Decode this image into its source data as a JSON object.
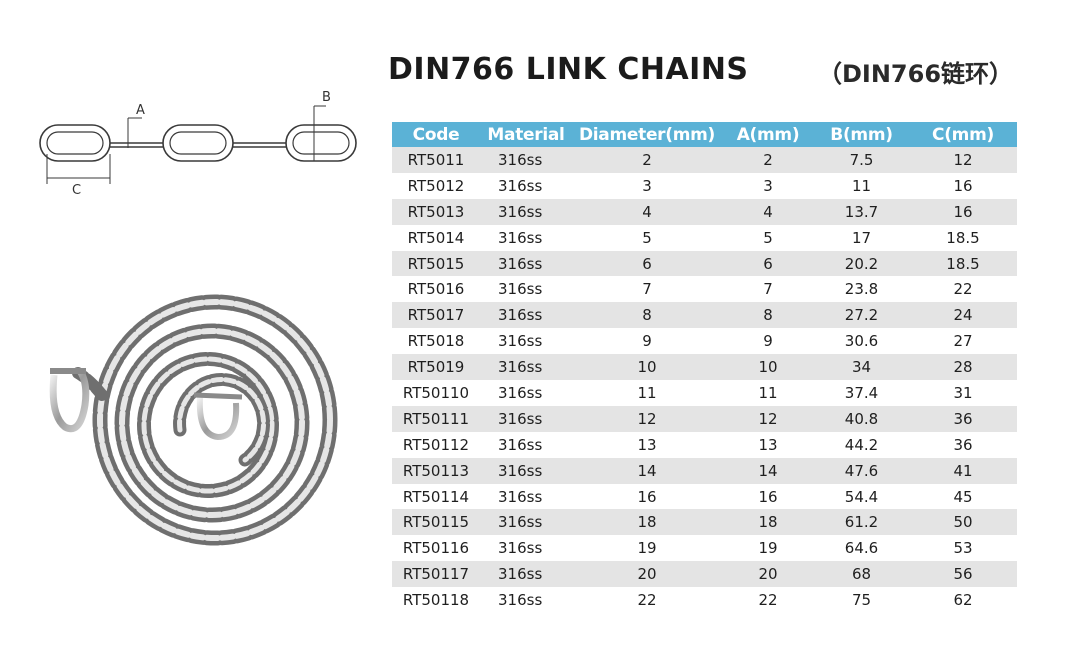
{
  "title": "DIN766 LINK CHAINS",
  "subtitle": "（DIN766链环）",
  "diagram": {
    "label_a": "A",
    "label_b": "B",
    "label_c": "C"
  },
  "table": {
    "headers": [
      "Code",
      "Material",
      "Diameter(mm)",
      "A(mm)",
      "B(mm)",
      "C(mm)"
    ],
    "rows": [
      [
        "RT5011",
        "316ss",
        "2",
        "2",
        "7.5",
        "12"
      ],
      [
        "RT5012",
        "316ss",
        "3",
        "3",
        "11",
        "16"
      ],
      [
        "RT5013",
        "316ss",
        "4",
        "4",
        "13.7",
        "16"
      ],
      [
        "RT5014",
        "316ss",
        "5",
        "5",
        "17",
        "18.5"
      ],
      [
        "RT5015",
        "316ss",
        "6",
        "6",
        "20.2",
        "18.5"
      ],
      [
        "RT5016",
        "316ss",
        "7",
        "7",
        "23.8",
        "22"
      ],
      [
        "RT5017",
        "316ss",
        "8",
        "8",
        "27.2",
        "24"
      ],
      [
        "RT5018",
        "316ss",
        "9",
        "9",
        "30.6",
        "27"
      ],
      [
        "RT5019",
        "316ss",
        "10",
        "10",
        "34",
        "28"
      ],
      [
        "RT50110",
        "316ss",
        "11",
        "11",
        "37.4",
        "31"
      ],
      [
        "RT50111",
        "316ss",
        "12",
        "12",
        "40.8",
        "36"
      ],
      [
        "RT50112",
        "316ss",
        "13",
        "13",
        "44.2",
        "36"
      ],
      [
        "RT50113",
        "316ss",
        "14",
        "14",
        "47.6",
        "41"
      ],
      [
        "RT50114",
        "316ss",
        "16",
        "16",
        "54.4",
        "45"
      ],
      [
        "RT50115",
        "316ss",
        "18",
        "18",
        "61.2",
        "50"
      ],
      [
        "RT50116",
        "316ss",
        "19",
        "19",
        "64.6",
        "53"
      ],
      [
        "RT50117",
        "316ss",
        "20",
        "20",
        "68",
        "56"
      ],
      [
        "RT50118",
        "316ss",
        "22",
        "22",
        "75",
        "62"
      ]
    ]
  },
  "colors": {
    "header_bg": "#5bb2d6",
    "stripe": "#e4e4e4",
    "text": "#1a1a1a"
  }
}
